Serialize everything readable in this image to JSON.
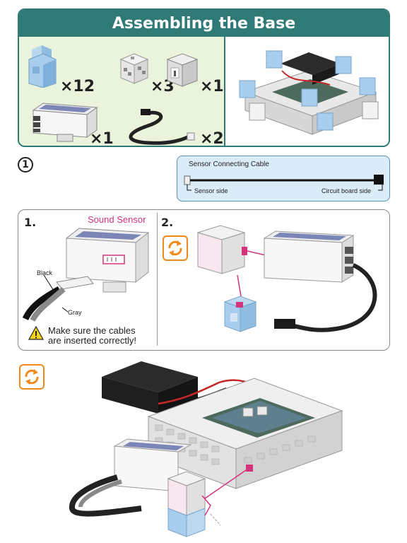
{
  "title": "Assembling the Base",
  "parts": {
    "cube_blue_qty": "×12",
    "cube_white_qty": "×3",
    "cube_gray_qty": "×1",
    "sensor_qty": "×1",
    "cable_qty": "×2"
  },
  "step": {
    "number": "1"
  },
  "cable": {
    "title": "Sensor Connecting Cable",
    "sensor_side": "Sensor side",
    "board_side": "Circuit board side"
  },
  "sub1": {
    "number": "1.",
    "sensor_label": "Sound Sensor",
    "black_label": "Black",
    "gray_label": "Gray",
    "warning_line1": "Make sure the cables",
    "warning_line2": "are inserted correctly!"
  },
  "sub2": {
    "number": "2."
  },
  "colors": {
    "teal": "#2f7a76",
    "green_bg": "#eaf4dc",
    "pink": "#d6337e",
    "orange": "#f08a1c",
    "light_blue": "#bcd9ef"
  },
  "icons": [
    "rotate-icon",
    "warning-icon"
  ]
}
